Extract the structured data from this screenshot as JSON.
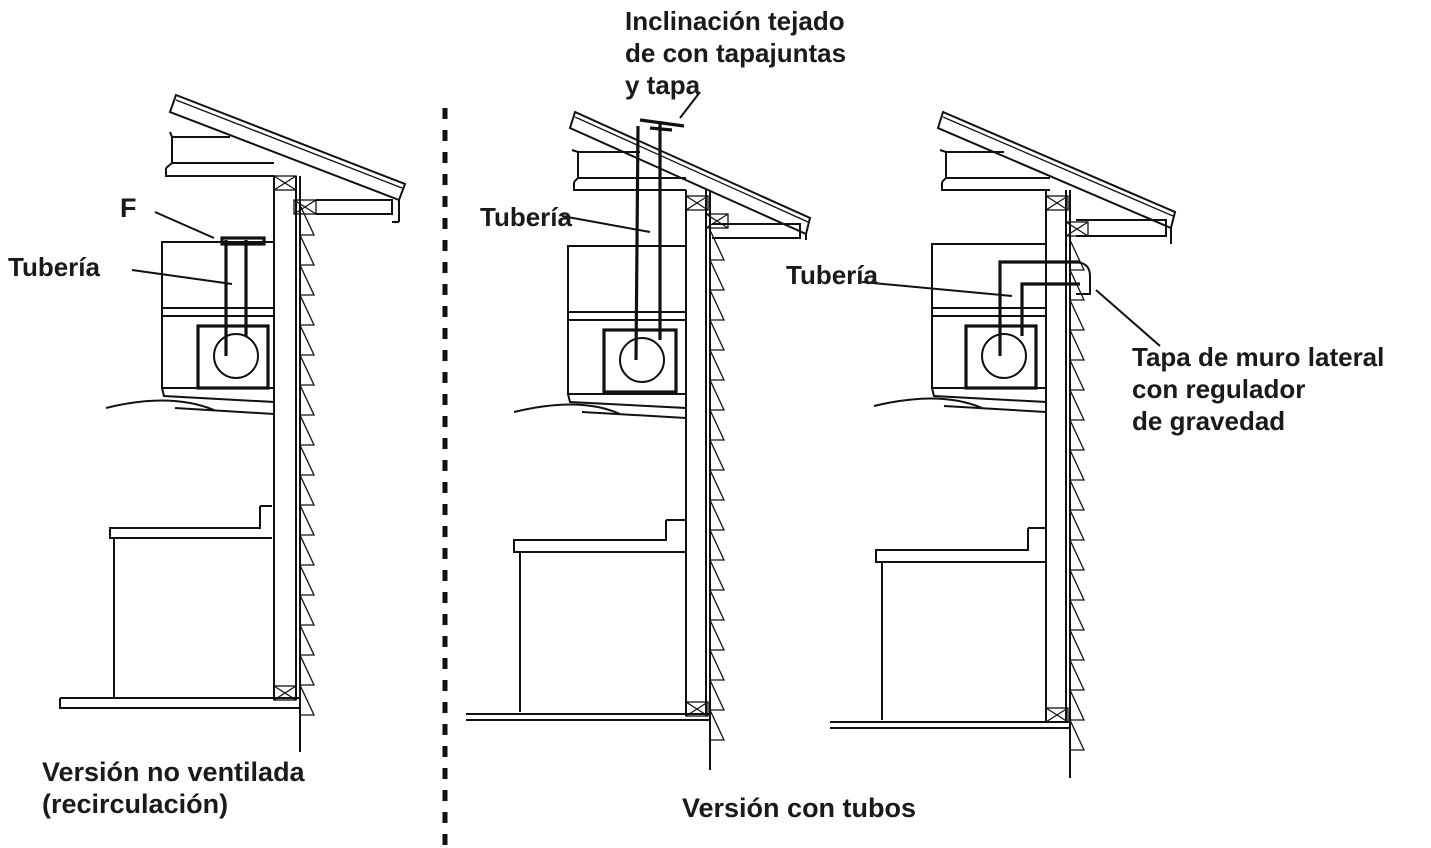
{
  "labels": {
    "f": "F",
    "tuberia_1": "Tubería",
    "tuberia_2": "Tubería",
    "tuberia_3": "Tubería",
    "roof_cap_line1": "Inclinación tejado",
    "roof_cap_line2": "de con tapajuntas",
    "roof_cap_line3": "y tapa",
    "wall_cap_line1": "Tapa de muro lateral",
    "wall_cap_line2": "con regulador",
    "wall_cap_line3": "de gravedad",
    "unvented_line1": "Versión no ventilada",
    "unvented_line2": "(recirculación)",
    "ducted": "Versión con tubos"
  }
}
